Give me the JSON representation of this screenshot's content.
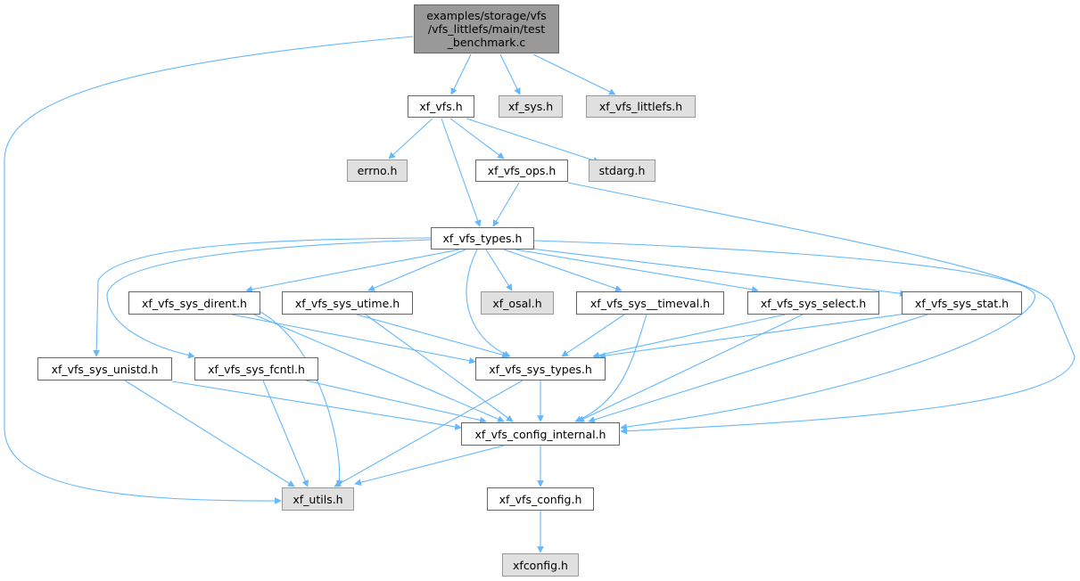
{
  "graph": {
    "nodes": [
      {
        "id": "root",
        "label": "examples/storage/vfs\n/vfs_littlefs/main/test\n_benchmark.c",
        "kind": "root"
      },
      {
        "id": "xf_vfs_h",
        "label": "xf_vfs.h",
        "kind": "internal"
      },
      {
        "id": "xf_sys_h",
        "label": "xf_sys.h",
        "kind": "external"
      },
      {
        "id": "xf_vfs_littlefs_h",
        "label": "xf_vfs_littlefs.h",
        "kind": "external"
      },
      {
        "id": "errno_h",
        "label": "errno.h",
        "kind": "external"
      },
      {
        "id": "xf_vfs_ops_h",
        "label": "xf_vfs_ops.h",
        "kind": "internal"
      },
      {
        "id": "stdarg_h",
        "label": "stdarg.h",
        "kind": "external"
      },
      {
        "id": "xf_vfs_types_h",
        "label": "xf_vfs_types.h",
        "kind": "internal"
      },
      {
        "id": "xf_vfs_sys_dirent_h",
        "label": "xf_vfs_sys_dirent.h",
        "kind": "internal"
      },
      {
        "id": "xf_vfs_sys_utime_h",
        "label": "xf_vfs_sys_utime.h",
        "kind": "internal"
      },
      {
        "id": "xf_osal_h",
        "label": "xf_osal.h",
        "kind": "external"
      },
      {
        "id": "xf_vfs_sys_timeval_h",
        "label": "xf_vfs_sys__timeval.h",
        "kind": "internal"
      },
      {
        "id": "xf_vfs_sys_select_h",
        "label": "xf_vfs_sys_select.h",
        "kind": "internal"
      },
      {
        "id": "xf_vfs_sys_stat_h",
        "label": "xf_vfs_sys_stat.h",
        "kind": "internal"
      },
      {
        "id": "xf_vfs_sys_unistd_h",
        "label": "xf_vfs_sys_unistd.h",
        "kind": "internal"
      },
      {
        "id": "xf_vfs_sys_fcntl_h",
        "label": "xf_vfs_sys_fcntl.h",
        "kind": "internal"
      },
      {
        "id": "xf_vfs_sys_types_h",
        "label": "xf_vfs_sys_types.h",
        "kind": "internal"
      },
      {
        "id": "xf_vfs_config_internal_h",
        "label": "xf_vfs_config_internal.h",
        "kind": "internal"
      },
      {
        "id": "xf_utils_h",
        "label": "xf_utils.h",
        "kind": "external"
      },
      {
        "id": "xf_vfs_config_h",
        "label": "xf_vfs_config.h",
        "kind": "internal"
      },
      {
        "id": "xfconfig_h",
        "label": "xfconfig.h",
        "kind": "external"
      }
    ],
    "edges": [
      [
        "root",
        "xf_vfs_h"
      ],
      [
        "root",
        "xf_sys_h"
      ],
      [
        "root",
        "xf_vfs_littlefs_h"
      ],
      [
        "root",
        "xf_utils_h"
      ],
      [
        "xf_vfs_h",
        "errno_h"
      ],
      [
        "xf_vfs_h",
        "xf_vfs_ops_h"
      ],
      [
        "xf_vfs_h",
        "stdarg_h"
      ],
      [
        "xf_vfs_h",
        "xf_vfs_types_h"
      ],
      [
        "xf_vfs_ops_h",
        "xf_vfs_types_h"
      ],
      [
        "xf_vfs_ops_h",
        "xf_vfs_config_internal_h"
      ],
      [
        "xf_vfs_types_h",
        "xf_vfs_sys_dirent_h"
      ],
      [
        "xf_vfs_types_h",
        "xf_vfs_sys_utime_h"
      ],
      [
        "xf_vfs_types_h",
        "xf_osal_h"
      ],
      [
        "xf_vfs_types_h",
        "xf_vfs_sys_timeval_h"
      ],
      [
        "xf_vfs_types_h",
        "xf_vfs_sys_select_h"
      ],
      [
        "xf_vfs_types_h",
        "xf_vfs_sys_stat_h"
      ],
      [
        "xf_vfs_types_h",
        "xf_vfs_sys_unistd_h"
      ],
      [
        "xf_vfs_types_h",
        "xf_vfs_sys_fcntl_h"
      ],
      [
        "xf_vfs_types_h",
        "xf_vfs_sys_types_h"
      ],
      [
        "xf_vfs_types_h",
        "xf_vfs_config_internal_h"
      ],
      [
        "xf_vfs_sys_dirent_h",
        "xf_vfs_sys_types_h"
      ],
      [
        "xf_vfs_sys_dirent_h",
        "xf_vfs_config_internal_h"
      ],
      [
        "xf_vfs_sys_dirent_h",
        "xf_utils_h"
      ],
      [
        "xf_vfs_sys_utime_h",
        "xf_vfs_sys_types_h"
      ],
      [
        "xf_vfs_sys_utime_h",
        "xf_vfs_config_internal_h"
      ],
      [
        "xf_vfs_sys_timeval_h",
        "xf_vfs_sys_types_h"
      ],
      [
        "xf_vfs_sys_timeval_h",
        "xf_vfs_config_internal_h"
      ],
      [
        "xf_vfs_sys_select_h",
        "xf_vfs_sys_types_h"
      ],
      [
        "xf_vfs_sys_select_h",
        "xf_vfs_config_internal_h"
      ],
      [
        "xf_vfs_sys_stat_h",
        "xf_vfs_sys_types_h"
      ],
      [
        "xf_vfs_sys_stat_h",
        "xf_vfs_config_internal_h"
      ],
      [
        "xf_vfs_sys_unistd_h",
        "xf_vfs_config_internal_h"
      ],
      [
        "xf_vfs_sys_unistd_h",
        "xf_utils_h"
      ],
      [
        "xf_vfs_sys_fcntl_h",
        "xf_vfs_config_internal_h"
      ],
      [
        "xf_vfs_sys_fcntl_h",
        "xf_utils_h"
      ],
      [
        "xf_vfs_sys_types_h",
        "xf_vfs_config_internal_h"
      ],
      [
        "xf_vfs_sys_types_h",
        "xf_utils_h"
      ],
      [
        "xf_vfs_config_internal_h",
        "xf_utils_h"
      ],
      [
        "xf_vfs_config_internal_h",
        "xf_vfs_config_h"
      ],
      [
        "xf_vfs_config_h",
        "xfconfig_h"
      ]
    ]
  },
  "colors": {
    "edge": "#63b8ff",
    "root_fill": "#999999",
    "external_fill": "#e0e0e0",
    "internal_fill": "#ffffff"
  }
}
